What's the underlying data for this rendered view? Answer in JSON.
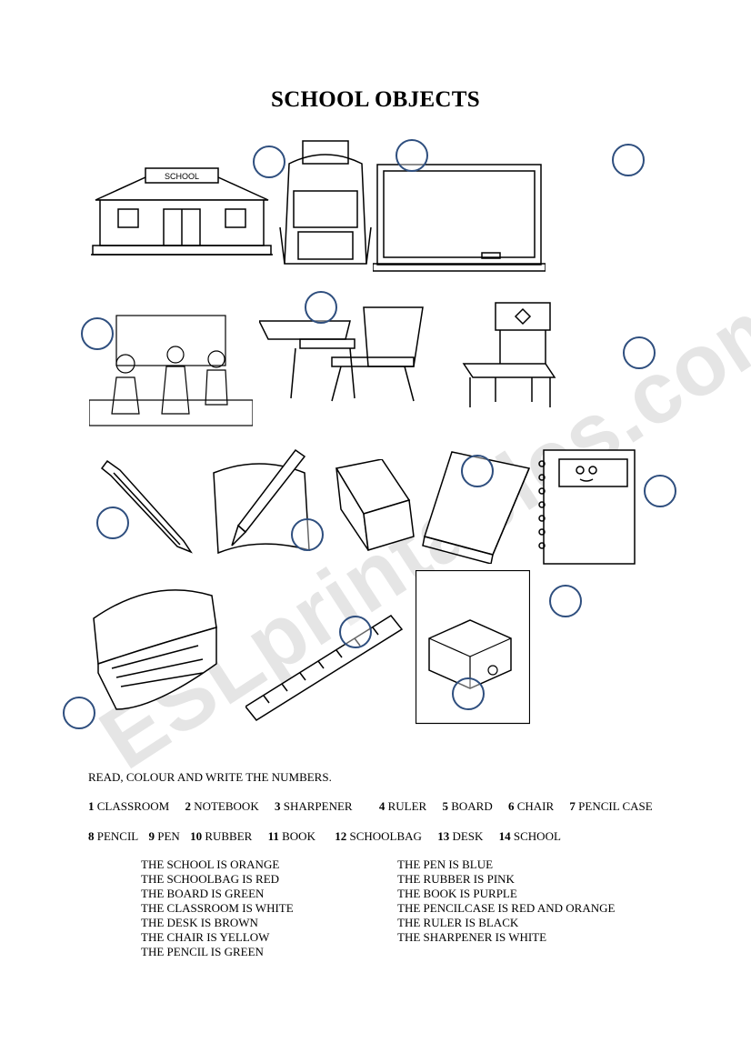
{
  "title": "SCHOOL OBJECTS",
  "watermark": "ESLprintables.com",
  "school_sign": "SCHOOL",
  "instruction": "READ, COLOUR AND WRITE THE NUMBERS.",
  "word_bank_row1": [
    {
      "num": "1",
      "word": "CLASSROOM"
    },
    {
      "num": "2",
      "word": "NOTEBOOK"
    },
    {
      "num": "3",
      "word": "SHARPENER"
    },
    {
      "num": "4",
      "word": "RULER"
    },
    {
      "num": "5",
      "word": "BOARD"
    },
    {
      "num": "6",
      "word": "CHAIR"
    },
    {
      "num": "7",
      "word": "PENCIL CASE"
    }
  ],
  "word_bank_row2": [
    {
      "num": "8",
      "word": "PENCIL"
    },
    {
      "num": "9",
      "word": "PEN"
    },
    {
      "num": "10",
      "word": "RUBBER"
    },
    {
      "num": "11",
      "word": "BOOK"
    },
    {
      "num": "12",
      "word": "SCHOOLBAG"
    },
    {
      "num": "13",
      "word": "DESK"
    },
    {
      "num": "14",
      "word": "SCHOOL"
    }
  ],
  "colour_sentences_left": [
    "THE SCHOOL IS ORANGE",
    "THE SCHOOLBAG IS RED",
    "THE BOARD IS GREEN",
    "THE CLASSROOM IS WHITE",
    "THE DESK IS BROWN",
    "THE CHAIR IS YELLOW",
    "THE PENCIL IS GREEN"
  ],
  "colour_sentences_right": [
    "THE PEN IS BLUE",
    "THE RUBBER IS PINK",
    "THE BOOK IS PURPLE",
    "THE  PENCILCASE IS RED AND ORANGE",
    "THE RULER IS BLACK",
    "THE SHARPENER IS WHITE"
  ],
  "colors": {
    "circle": "#2e4e7e",
    "ink": "#000000"
  }
}
